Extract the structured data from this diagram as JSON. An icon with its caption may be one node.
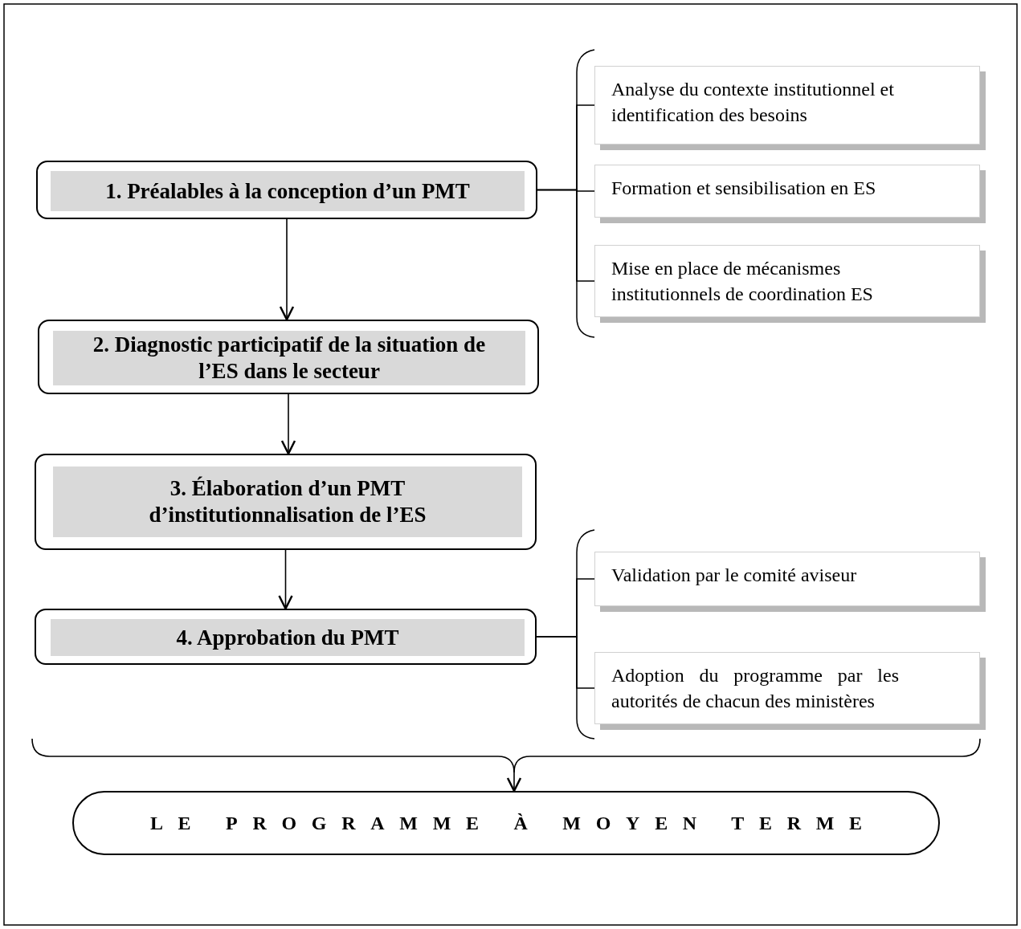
{
  "diagram": {
    "nodes": [
      {
        "text": [
          "1.  Préalables à la conception d’un PMT"
        ]
      },
      {
        "text": [
          "2.  Diagnostic participatif de la situation de l’ES dans le secteur"
        ]
      },
      {
        "text": [
          "3.  Élaboration d’un PMT d’institutionnalisation de l’ES"
        ]
      },
      {
        "text": [
          "4.  Approbation du PMT"
        ]
      },
      {
        "text": [
          "Analyse du contexte institutionnel et identification des besoins"
        ]
      },
      {
        "text": [
          "Formation et sensibilisation en ES"
        ]
      },
      {
        "text": [
          "Mise en place de mécanismes institutionnels de coordination ES"
        ]
      },
      {
        "text": [
          "Validation par le comité aviseur"
        ]
      },
      {
        "text": [
          "Adoption du programme par les autorités de chacun des ministères"
        ]
      },
      {
        "text": [
          "LE PROGRAMME À MOYEN TERME"
        ]
      }
    ],
    "edges": [
      {
        "from": 0,
        "to": 1,
        "arrow": "to"
      },
      {
        "from": 1,
        "to": 2,
        "arrow": "to"
      },
      {
        "from": 2,
        "to": 3,
        "arrow": "to"
      },
      {
        "from": 0,
        "to": 4,
        "arrow": "none"
      },
      {
        "from": 0,
        "to": 5,
        "arrow": "none"
      },
      {
        "from": 0,
        "to": 6,
        "arrow": "none"
      },
      {
        "from": 3,
        "to": 7,
        "arrow": "none"
      },
      {
        "from": 3,
        "to": 8,
        "arrow": "none"
      },
      {
        "from": 8,
        "to": 9,
        "arrow": "to"
      }
    ]
  }
}
